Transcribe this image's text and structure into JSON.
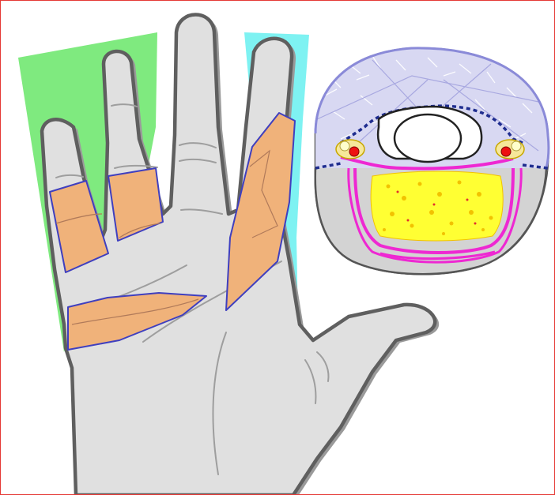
{
  "title": "",
  "colors": {
    "frame": "#e53935",
    "skin_fill": "#e0e0e0",
    "skin_outline": "#5f5f5f",
    "skin_shadow": "#9a9a9a",
    "crease": "#9e9e9e",
    "zone_green": "#7fea7f",
    "zone_cyan": "#7ef2f2",
    "incision_fill": "#f0b27a",
    "incision_outline": "#3f3fbf",
    "section_fill": "#d8d8f2",
    "section_outline": "#8a8ad8",
    "lower_section_fill": "#d3d3d3",
    "dorsal_line": "#1f2d8f",
    "tendon_sheath": "#ee28d2",
    "tendon_core": "#ffff33",
    "tendon_speckle": "#f2c200",
    "neurovascular_artery": "#ee1111",
    "neurovascular_nerve": "#ffffcc",
    "bone_white": "#ffffff"
  },
  "diagram": {
    "regions": [
      {
        "id": "ulnar-zone",
        "color": "zone_green"
      },
      {
        "id": "radial-zone",
        "color": "zone_cyan"
      }
    ],
    "incisions": [
      "little-finger",
      "ring-finger",
      "index-finger",
      "palmar"
    ],
    "cross_section": {
      "structures": [
        "dorsal-soft-tissue",
        "bone",
        "tendon-sheath",
        "tendon",
        "neurovascular-bundle-left",
        "neurovascular-bundle-right"
      ]
    }
  }
}
